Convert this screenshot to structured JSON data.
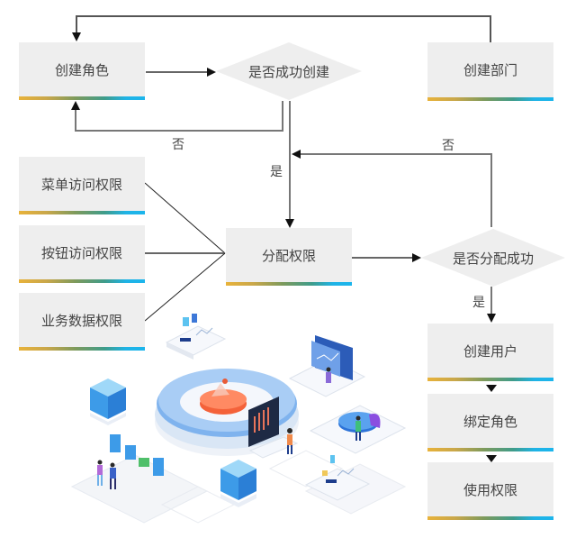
{
  "nodes": {
    "create_role": "创建角色",
    "create_success_q": "是否成功创建",
    "create_dept": "创建部门",
    "menu_perm": "菜单访问权限",
    "button_perm": "按钮访问权限",
    "data_perm": "业务数据权限",
    "assign_perm": "分配权限",
    "assign_success_q": "是否分配成功",
    "create_user": "创建用户",
    "bind_role": "绑定角色",
    "use_perm": "使用权限"
  },
  "edges": {
    "no_create": "否",
    "yes_create": "是",
    "no_assign": "否",
    "yes_assign": "是"
  },
  "colors": {
    "box_bg": "#eeeeee",
    "line": "#666666",
    "bar_start": "#e8b23a",
    "bar_end": "#1cb5ec"
  }
}
